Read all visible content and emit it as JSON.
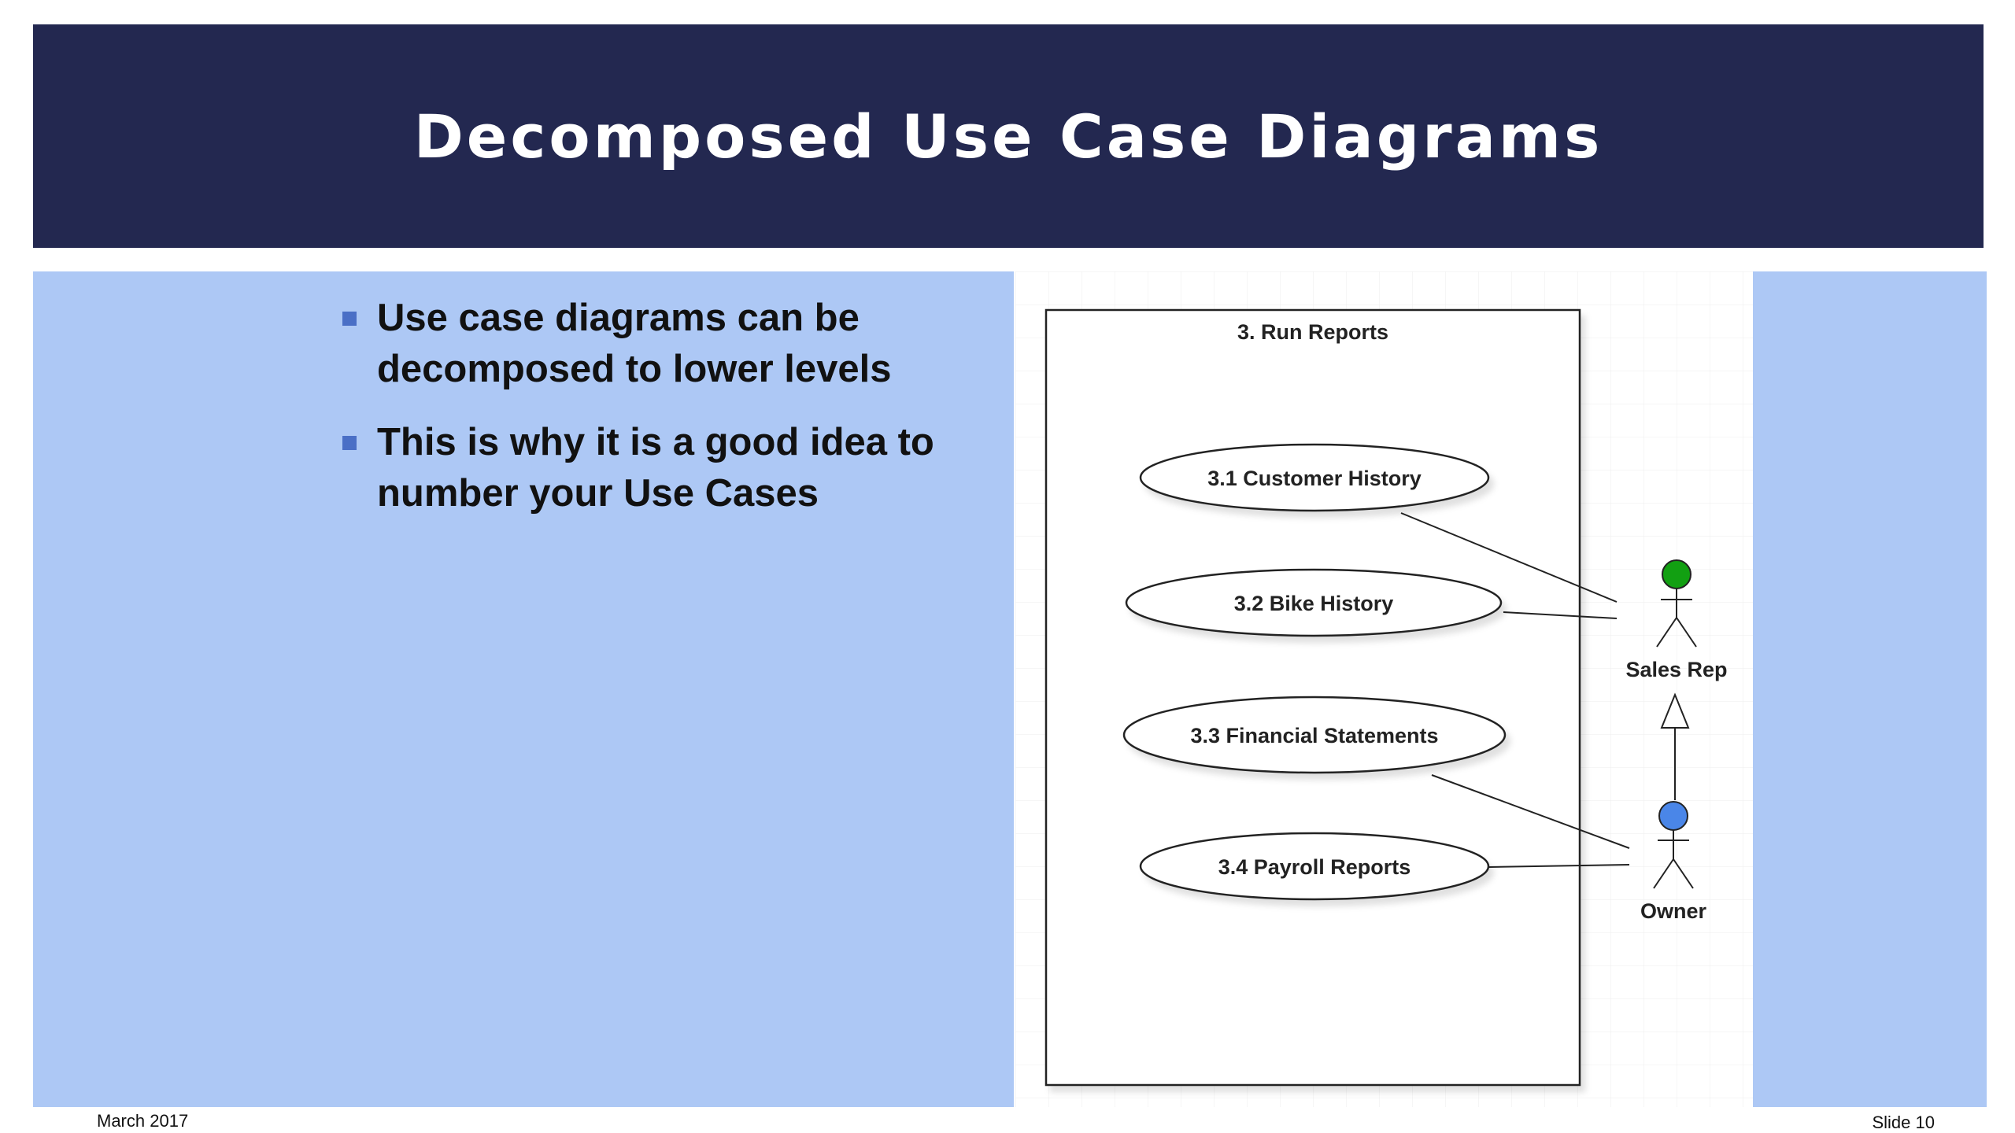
{
  "slide": {
    "title": "Decomposed Use Case Diagrams",
    "bullets": [
      "Use case diagrams can be decomposed to lower levels",
      "This is why it is a good idea to number your Use Cases"
    ],
    "footer_date": "March 2017",
    "footer_slide": "Slide 10"
  },
  "diagram": {
    "system_title": "3. Run Reports",
    "use_cases": [
      "3.1 Customer History",
      "3.2 Bike History",
      "3.3 Financial Statements",
      "3.4 Payroll Reports"
    ],
    "actors": [
      {
        "name": "Sales Rep",
        "color": "#12a012"
      },
      {
        "name": "Owner",
        "color": "#4a86e8"
      }
    ]
  },
  "colors": {
    "title_bar": "#232850",
    "panel": "#adc8f5",
    "bullet": "#4a6fc6"
  }
}
